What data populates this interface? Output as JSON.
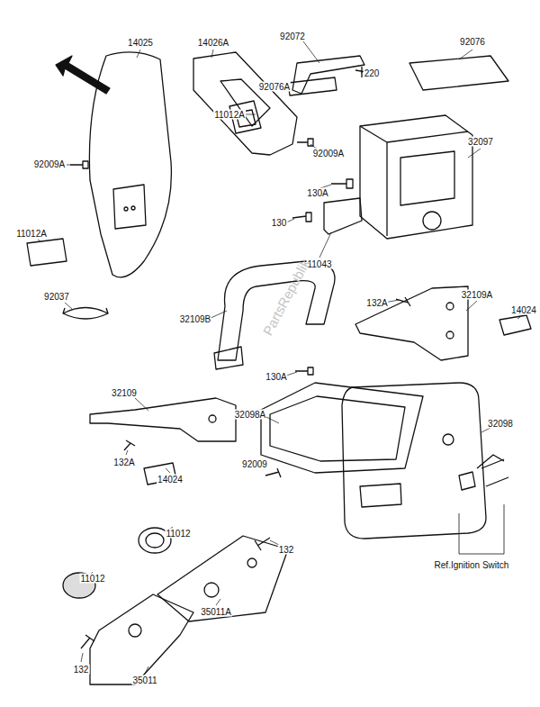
{
  "diagram": {
    "labels": [
      "14025",
      "14026A",
      "92072",
      "220",
      "92076",
      "92076A",
      "11012A",
      "92009A",
      "92009A",
      "130A",
      "32097",
      "11012A",
      "130",
      "11043",
      "92037",
      "32109B",
      "132A",
      "32109A",
      "14024",
      "130A",
      "32109",
      "32098A",
      "32098",
      "132A",
      "14024",
      "11012",
      "92009",
      "132",
      "11012",
      "35011A",
      "Ref.Ignition Switch",
      "35011",
      "132",
      "PartsRepublik"
    ]
  }
}
